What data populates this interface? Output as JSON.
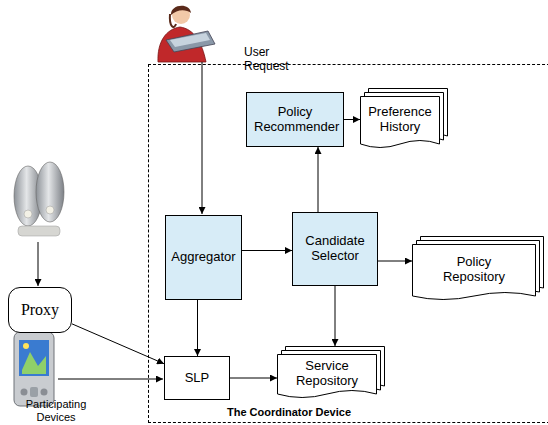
{
  "diagram": {
    "nodes": [
      {
        "text": [
          "The Coordinator Device"
        ]
      },
      {
        "text": [
          "Policy Recommender"
        ],
        "in": 0
      },
      {
        "text": [
          "Preference History"
        ],
        "in": 0
      },
      {
        "text": [
          "Proxy"
        ]
      },
      {
        "text": [
          "Aggregator"
        ],
        "in": 0
      },
      {
        "text": [
          "Candidate Selector"
        ],
        "in": 0
      },
      {
        "text": [
          "Policy Repository"
        ],
        "in": 0
      },
      {
        "text": [
          "SLP"
        ],
        "in": 0
      },
      {
        "text": [
          "Service Repository"
        ],
        "in": 0
      }
    ],
    "edges": [
      {
        "from": 4,
        "to": 5,
        "arrow": "to"
      },
      {
        "from": 5,
        "to": 1,
        "arrow": "to"
      },
      {
        "from": 1,
        "to": 2,
        "arrow": "to"
      },
      {
        "from": 5,
        "to": 6,
        "arrow": "to"
      },
      {
        "from": 5,
        "to": 8,
        "arrow": "to"
      },
      {
        "from": 4,
        "to": 7,
        "arrow": "to"
      },
      {
        "from": 3,
        "to": 7,
        "arrow": "to"
      },
      {
        "from": 7,
        "to": 8,
        "arrow": "to"
      }
    ],
    "labels": [
      "User Request",
      "Participating Devices"
    ]
  }
}
